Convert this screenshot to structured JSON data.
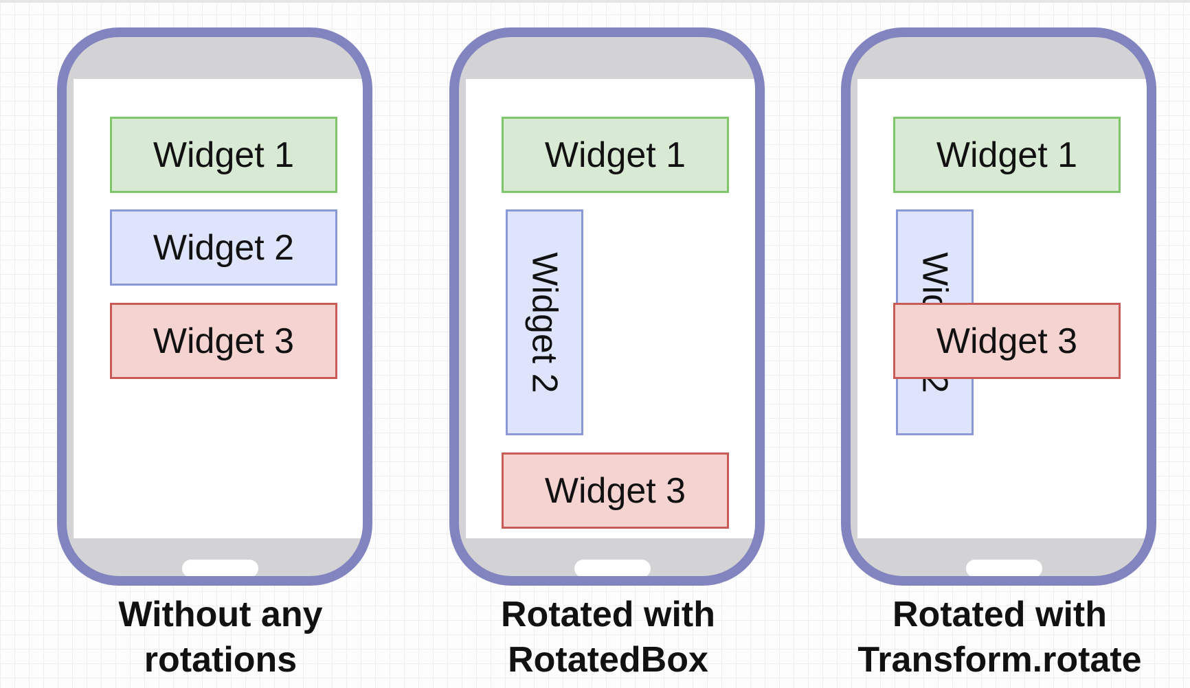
{
  "phones": [
    {
      "widgets": {
        "widget1": "Widget 1",
        "widget2": "Widget 2",
        "widget3": "Widget 3"
      },
      "caption": [
        "Without any",
        "rotations"
      ]
    },
    {
      "widgets": {
        "widget1": "Widget 1",
        "widget2": "Widget 2",
        "widget3": "Widget 3"
      },
      "caption": [
        "Rotated with",
        "RotatedBox"
      ]
    },
    {
      "widgets": {
        "widget1": "Widget 1",
        "widget2": "Widget 2",
        "widget3": "Widget 3"
      },
      "caption": [
        "Rotated with",
        "Transform.rotate"
      ]
    }
  ],
  "colors": {
    "phone_frame": "#8184be",
    "phone_body": "#d3d3d6",
    "widget1_fill": "#d8ead3",
    "widget1_border": "#7fc66b",
    "widget2_fill": "#dde4fb",
    "widget2_border": "#8b98d6",
    "widget3_fill": "#f5d3d1",
    "widget3_border": "#c85b56"
  }
}
